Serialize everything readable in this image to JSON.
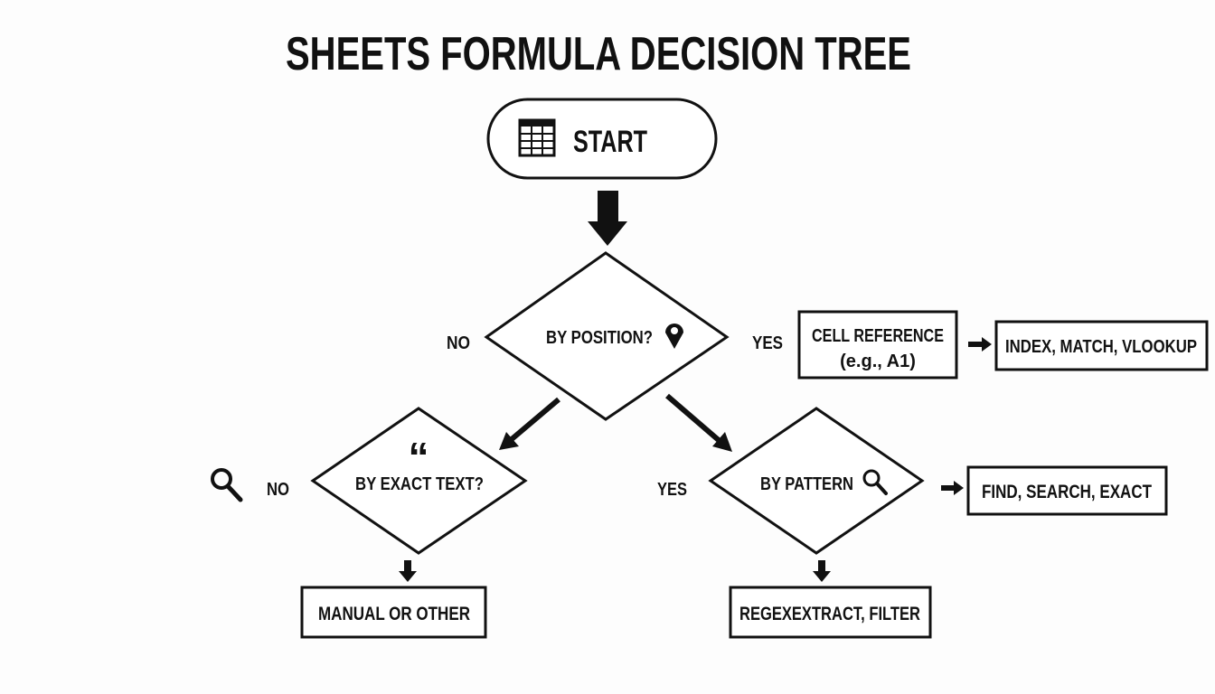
{
  "title": "SHEETS FORMULA DECISION TREE",
  "colors": {
    "ink": "#111111",
    "background": "#fdfdfd"
  },
  "start": {
    "label": "START",
    "icon": "spreadsheet-grid-icon"
  },
  "decision_position": {
    "label": "BY POSITION?",
    "icon": "map-pin-icon",
    "no_label": "NO",
    "yes_label": "YES"
  },
  "cell_reference": {
    "line1": "CELL REFERENCE",
    "line2": "(e.g., A1)"
  },
  "position_result": "INDEX, MATCH, VLOOKUP",
  "decision_exact": {
    "label": "BY EXACT TEXT?",
    "icon": "quote-icon",
    "no_label": "NO",
    "no_icon": "search-icon"
  },
  "exact_result": "MANUAL OR OTHER",
  "decision_pattern": {
    "label": "BY PATTERN",
    "icon": "search-icon",
    "yes_label": "YES"
  },
  "pattern_side_result": "FIND, SEARCH, EXACT",
  "pattern_result": "REGEXEXTRACT, FILTER"
}
